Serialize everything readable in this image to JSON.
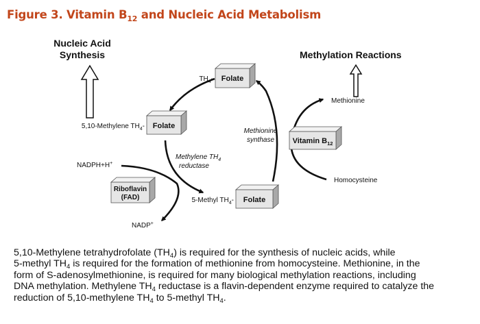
{
  "figure": {
    "title_prefix": "Figure 3. Vitamin B",
    "title_sub": "12",
    "title_suffix": " and Nucleic Acid Metabolism"
  },
  "diagram": {
    "top_left_label_line1": "Nucleic Acid",
    "top_left_label_line2": "Synthesis",
    "top_right_label": "Methylation Reactions",
    "th4_label": "TH",
    "th4_sub": "4",
    "th4_dash": "-",
    "folate": "Folate",
    "methylene_label": "5,10-Methylene TH",
    "methyl_label": "5-Methyl TH",
    "nadph": "NADPH+H",
    "nadph_sup": "+",
    "nadp": "NADP",
    "nadp_sup": "+",
    "riboflavin_line1": "Riboflavin",
    "riboflavin_line2": "(FAD)",
    "reductase_line1": "Methylene TH",
    "reductase_line1_sub": "4",
    "reductase_line2": "reductase",
    "synthase_line1": "Methionine",
    "synthase_line2": "synthase",
    "vitb12": "Vitamin B",
    "vitb12_sub": "12",
    "methionine": "Methionine",
    "homocysteine": "Homocysteine"
  },
  "caption": {
    "l1_a": "5,10-Methylene tetrahydrofolate (TH",
    "l1_sub": "4",
    "l1_b": ") is required for the synthesis of nucleic acids, while",
    "l2_a": "5-methyl TH",
    "l2_sub": "4",
    "l2_b": " is required for the formation of methionine from homocysteine. Methionine, in the",
    "l3": "form of S-adenosylmethionine, is required for many biological methylation reactions, including",
    "l4_a": "DNA methylation. Methylene TH",
    "l4_sub": "4",
    "l4_b": " reductase is a flavin-dependent enzyme required to catalyze the",
    "l5_a": "reduction of 5,10-methylene TH",
    "l5_sub1": "4",
    "l5_b": " to 5-methyl TH",
    "l5_sub2": "4",
    "l5_c": "."
  }
}
